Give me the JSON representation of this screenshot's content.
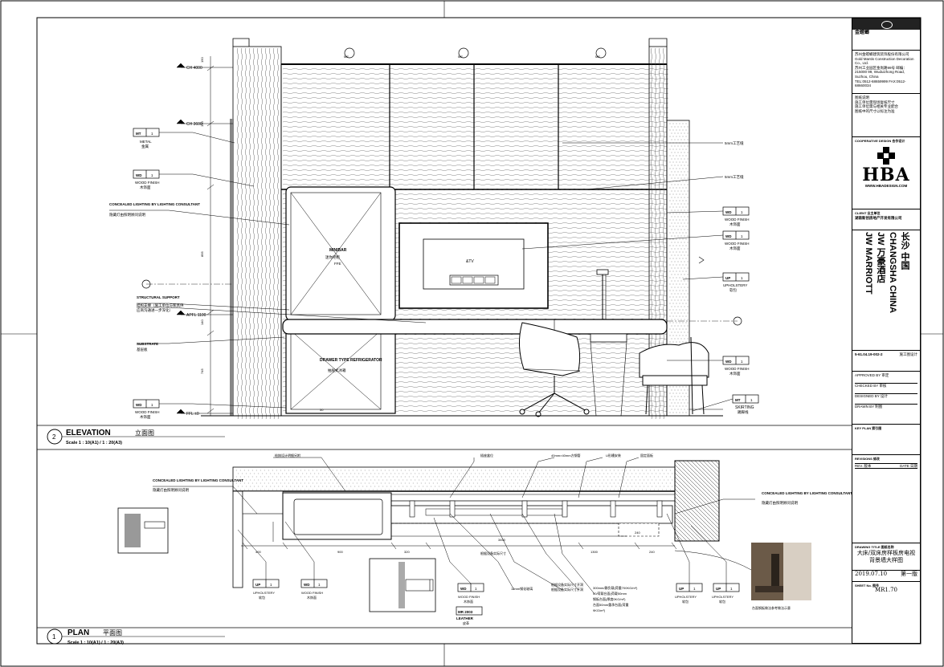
{
  "elevation": {
    "number": "2",
    "title": "ELEVATION",
    "title_cn": "立面图",
    "scale": "Scale 1 : 10(A1) / 1 : 20(A3)",
    "ceiling_levels": [
      "CH 4000",
      "CH 3600"
    ],
    "apfl_level": "APFL 1100",
    "ffl_level": "FFL ±0",
    "labels": {
      "metal": "METAL",
      "metal_cn": "金属",
      "concealed_lighting_en": "CONCEALED LIGHTING BY LIGHTING CONSULTANT",
      "concealed_lighting_cn": "隐藏灯由照明顾问说明",
      "structural_en": "STRUCTURAL SUPPORT",
      "structural_cn": "结构支撑（施工单位与家具供应商沟通进一步深化）",
      "substrate_en": "SUBSTRATE",
      "substrate_cn": "基层板",
      "minibar_en": "MINIBAR",
      "minibar_cn": "迷你吧柜",
      "ffe": "FFE",
      "drawer_en": "DRAWER TYPE REFRIGERATOR",
      "drawer_cn": "抽屉式冰箱",
      "tv": "&TV",
      "slot_1": "5mm工艺缝",
      "slot_2": "5mm工艺缝",
      "wood_finish": "WOOD FINISH",
      "wood_finish_cn": "木饰面",
      "upholstery": "UPHOLSTERY",
      "upholstery_cn": "软包",
      "skirting": "SKIRTING",
      "skirting_cn": "踢脚线"
    },
    "tags_left": [
      {
        "code": "MT",
        "num": "1"
      },
      {
        "code": "WD",
        "num": "1"
      },
      {
        "code": "WD",
        "num": "1"
      }
    ],
    "tags_right": [
      {
        "code": "WD",
        "num": "1"
      },
      {
        "code": "WD",
        "num": "1"
      },
      {
        "code": "UP",
        "num": "1"
      },
      {
        "code": "WD",
        "num": "1"
      },
      {
        "code": "MT",
        "num": "1"
      }
    ],
    "section_refs": [
      "ME",
      "ME",
      "ME"
    ],
    "dims_left": [
      "150",
      "150",
      "895",
      "745",
      "140"
    ],
    "dims_bottom": [
      "50"
    ]
  },
  "plan": {
    "number": "1",
    "title": "PLAN",
    "title_cn": "平面图",
    "scale": "Scale 1 : 10(A1) / 1 : 20(A3)",
    "dims": [
      "400",
      "900",
      "320",
      "3450",
      "1300",
      "240",
      "240"
    ],
    "dim_note": "根据设备实际尺寸",
    "leader_top": [
      "绘按设计明细另附",
      "插座盒位",
      "40mm×40mm方钢管",
      "U形槽安装",
      "固定面板"
    ],
    "leader_bottom": [
      "12mm钢化玻璃",
      "根据设备实际尺寸开洞",
      "根据设备实际尺寸开洞",
      "300mm/静负载(荷重700KG/m²)",
      "50/荷载台面(荷载50mm",
      "钢板台面(厚度0KG/m²)",
      "台面50mm重承台面(荷重",
      "9KG/m²)"
    ],
    "photo_caption": "台面钢板做法参考做法示意",
    "mr_tag": "MR 2003",
    "leather_en": "LEATHER",
    "leather_cn": "皮革",
    "tags": [
      {
        "code": "UP",
        "num": "1",
        "label": "UPHOLSTERY",
        "label_cn": "软包"
      },
      {
        "code": "WD",
        "num": "1",
        "label": "WOOD FINISH",
        "label_cn": "木饰面"
      },
      {
        "code": "WD",
        "num": "1",
        "label": "WOOD FINISH",
        "label_cn": "木饰面"
      },
      {
        "code": "UP",
        "num": "1",
        "label": "UPHOLSTERY",
        "label_cn": "软包"
      },
      {
        "code": "UP",
        "num": "1",
        "label": "UPHOLSTERY",
        "label_cn": "软包"
      }
    ]
  },
  "title_block": {
    "company_en": "Gold Mantis Construction Decoration Co., Ltd.",
    "company_cn": "苏州金螳螂建筑装饰股份有限公司",
    "company_logo": "金螳螂",
    "address": "苏州工业园区金尚路99号 邮编：215000 99, Wuduizhong Road, Suzhou, China",
    "tel": "TEL:0512-68659999 FAX:0512-68660034",
    "notes": [
      "图纸说明",
      "施工单位需现场复核尺寸",
      "施工单位需与相关专业配合",
      "图纸中的尺寸以标注为准"
    ],
    "cooperative": "COOPERATIVE DESIGN 合作设计",
    "hba": "HBA",
    "hba_site": "WWW.HBADESIGN.COM",
    "client_label": "CLIENT 业主单位",
    "client": "湖南新创房地产开发有限公司",
    "project_en_1": "JW MARRIOTT",
    "project_cn": "JW 万豪酒店",
    "project_en_2": "CHANGSHA CHINA",
    "project_cn_2": "长沙 中国",
    "project_no": "5-61.04.19-002-2",
    "stage": "施工图设计",
    "approved_label": "APPROVED BY 审定",
    "checked_label": "CHECKED BY 审核",
    "designed_label": "DESIGNED BY 设计",
    "drawn_label": "DRAWN BY 制图",
    "key_plan": "KEY PLAN 索引图",
    "revisions": "REVISIONS 修改",
    "rev_label": "REV. 版本",
    "date_label": "DATE 日期",
    "drawing_title_label": "DRAWING TITLE 图纸名称",
    "drawing_title": "大床/双床房样板房电视背景墙大样图",
    "date": "2019.07.10",
    "issue": "第一版",
    "sheet_label": "SHEET No. 图号",
    "sheet_no": "MR1.70"
  }
}
